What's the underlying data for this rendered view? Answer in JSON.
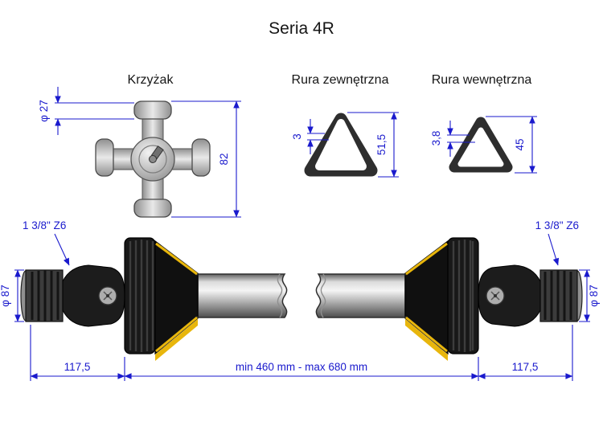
{
  "title": "Seria 4R",
  "sections": {
    "krzyzak": {
      "label": "Krzyżak",
      "dims": {
        "diameter": "φ 27",
        "length": "82"
      }
    },
    "rura_zewnetrzna": {
      "label": "Rura zewnętrzna",
      "dims": {
        "wall": "3",
        "size": "51,5"
      }
    },
    "rura_wewnetrzna": {
      "label": "Rura wewnętrzna",
      "dims": {
        "wall": "3,8",
        "size": "45"
      }
    }
  },
  "shaft": {
    "spline_left": "1 3/8\" Z6",
    "spline_right": "1 3/8\" Z6",
    "diameter_left": "φ 87",
    "diameter_right": "φ 87",
    "length_left": "117,5",
    "length_center": "min 460 mm - max 680 mm",
    "length_right": "117,5"
  },
  "colors": {
    "dimension_blue": "#1a1acd",
    "guard_yellow": "#e8b60c",
    "drawing_black": "#151515"
  }
}
